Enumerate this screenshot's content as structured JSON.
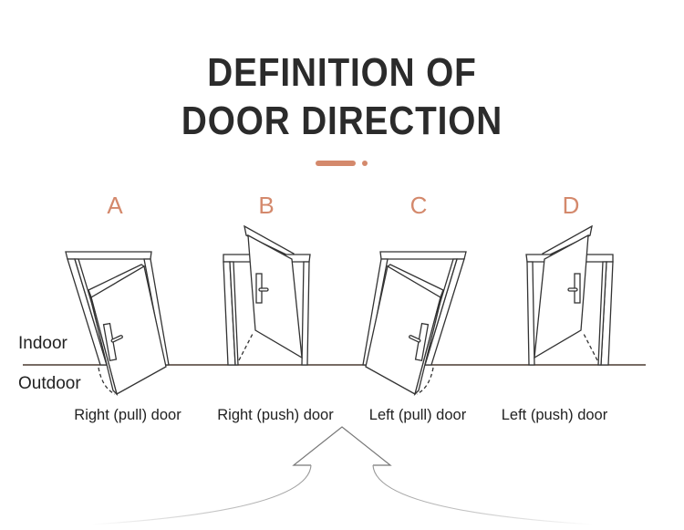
{
  "title": {
    "line1": "DEFINITION OF",
    "line2": "DOOR DIRECTION"
  },
  "accent_color": "#d4896c",
  "labels": {
    "indoor": "Indoor",
    "outdoor": "Outdoor"
  },
  "doors": [
    {
      "letter": "A",
      "caption": "Right (pull) door"
    },
    {
      "letter": "B",
      "caption": "Right (push) door"
    },
    {
      "letter": "C",
      "caption": "Left (pull) door"
    },
    {
      "letter": "D",
      "caption": "Left (push) door"
    }
  ]
}
